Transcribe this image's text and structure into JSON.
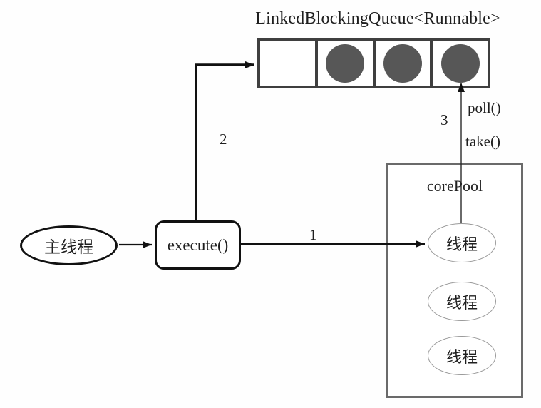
{
  "diagram": {
    "title": "LinkedBlockingQueue<Runnable>",
    "queue": {
      "cells": [
        {
          "filled": false
        },
        {
          "filled": true
        },
        {
          "filled": true
        },
        {
          "filled": true
        }
      ]
    },
    "arrows": {
      "step1_label": "1",
      "step2_label": "2",
      "step3_label": "3"
    },
    "queue_ops": {
      "poll": "poll()",
      "take": "take()"
    },
    "core_pool": {
      "title": "corePool",
      "threads": [
        "线程",
        "线程",
        "线程"
      ]
    },
    "main_thread_label": "主线程",
    "execute_label": "execute()",
    "colors": {
      "queue_border": "#3f3f3f",
      "task_fill": "#575757",
      "pool_border": "#6a6a6a",
      "thread_border": "#9a9a9a",
      "arrow": "#111111"
    }
  }
}
